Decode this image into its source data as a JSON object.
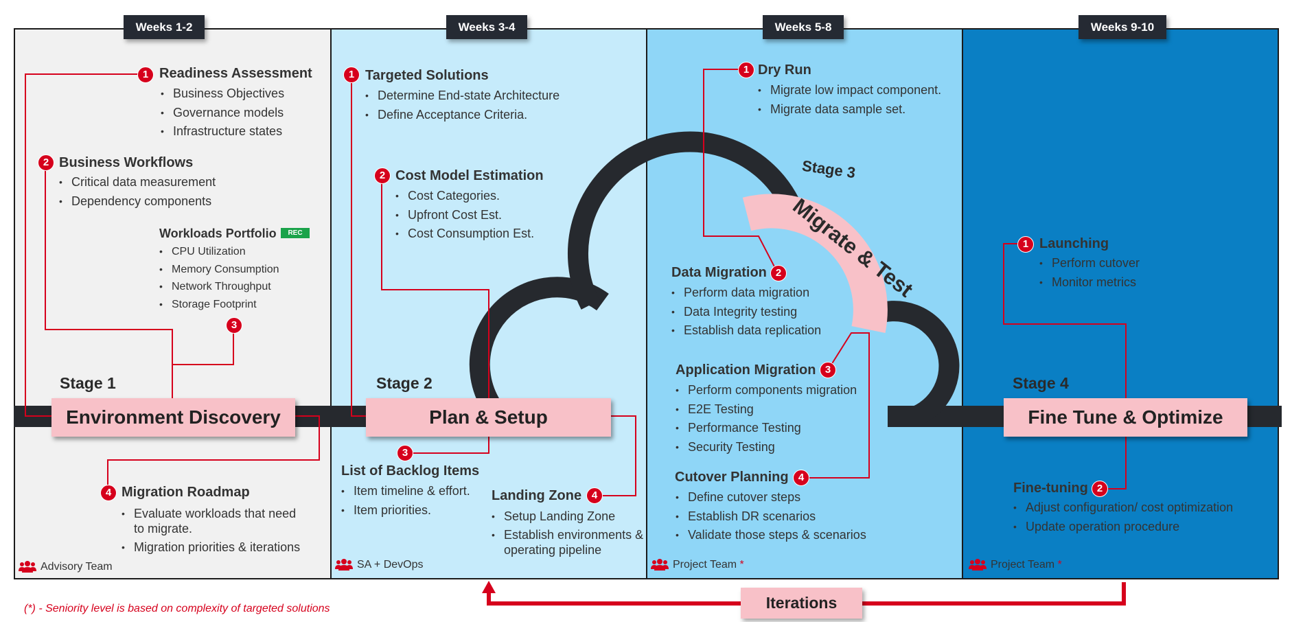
{
  "weeks": [
    "Weeks 1-2",
    "Weeks 3-4",
    "Weeks 5-8",
    "Weeks 9-10"
  ],
  "stage1": {
    "stage_label": "Stage 1",
    "title": "Environment Discovery",
    "team": "Advisory Team",
    "readiness": {
      "num": "1",
      "title": "Readiness Assessment",
      "items": [
        "Business Objectives",
        "Governance models",
        "Infrastructure states"
      ]
    },
    "workflows": {
      "num": "2",
      "title": "Business Workflows",
      "items": [
        "Critical data measurement",
        "Dependency components"
      ]
    },
    "portfolio": {
      "num": "3",
      "title": "Workloads Portfolio",
      "badge": "REC",
      "items": [
        "CPU Utilization",
        "Memory Consumption",
        "Network Throughput",
        "Storage Footprint"
      ]
    },
    "roadmap": {
      "num": "4",
      "title": "Migration Roadmap",
      "items": [
        "Evaluate workloads that need to migrate.",
        "Migration priorities & iterations"
      ]
    }
  },
  "stage2": {
    "stage_label": "Stage 2",
    "title": "Plan & Setup",
    "team": "SA + DevOps",
    "solutions": {
      "num": "1",
      "title": "Targeted Solutions",
      "items": [
        "Determine End-state Architecture",
        "Define Acceptance Criteria."
      ]
    },
    "cost": {
      "num": "2",
      "title": "Cost Model Estimation",
      "items": [
        "Cost Categories.",
        "Upfront Cost Est.",
        "Cost Consumption Est."
      ]
    },
    "backlog": {
      "num": "3",
      "title": "List of Backlog Items",
      "items": [
        "Item timeline & effort.",
        "Item priorities."
      ]
    },
    "landing": {
      "num": "4",
      "title": "Landing Zone",
      "items": [
        "Setup Landing Zone",
        "Establish environments & operating pipeline"
      ]
    }
  },
  "stage3": {
    "stage_label": "Stage 3",
    "title": "Migrate & Test",
    "team": "Project Team",
    "team_mark": "*",
    "dryrun": {
      "num": "1",
      "title": "Dry Run",
      "items": [
        "Migrate low impact component.",
        "Migrate data sample set."
      ]
    },
    "data": {
      "num": "2",
      "title": "Data Migration",
      "items": [
        "Perform data migration",
        "Data Integrity testing",
        "Establish data replication"
      ]
    },
    "app": {
      "num": "3",
      "title": "Application Migration",
      "items": [
        "Perform components migration",
        "E2E Testing",
        "Performance Testing",
        "Security Testing"
      ]
    },
    "cutover": {
      "num": "4",
      "title": "Cutover Planning",
      "items": [
        "Define cutover steps",
        "Establish DR scenarios",
        "Validate those steps & scenarios"
      ]
    }
  },
  "stage4": {
    "stage_label": "Stage 4",
    "title": "Fine Tune & Optimize",
    "team": "Project Team",
    "team_mark": "*",
    "launching": {
      "num": "1",
      "title": "Launching",
      "items": [
        "Perform cutover",
        "Monitor metrics"
      ]
    },
    "finetuning": {
      "num": "2",
      "title": "Fine-tuning",
      "items": [
        "Adjust configuration/ cost optimization",
        "Update operation procedure"
      ]
    }
  },
  "iterations": "Iterations",
  "footnote": "(*) - Seniority level is based on complexity of targeted solutions",
  "colors": {
    "accent_red": "#d6001c",
    "pink": "#f8c1c8",
    "dark": "#26292e",
    "col1": "#f1f1f1",
    "col2": "#c6ebfb",
    "col3": "#8fd6f7",
    "col4": "#0a7fc4"
  }
}
